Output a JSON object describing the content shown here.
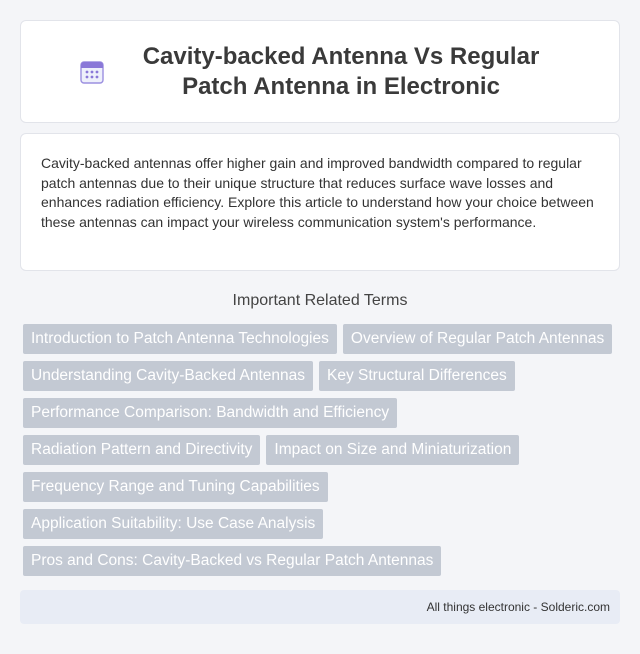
{
  "header": {
    "icon": "calendar-icon",
    "title": "Cavity-backed Antenna Vs Regular Patch Antenna in Electronic"
  },
  "summary": {
    "text": "Cavity-backed antennas offer higher gain and improved bandwidth compared to regular patch antennas due to their unique structure that reduces surface wave losses and enhances radiation efficiency. Explore this article to understand how your choice between these antennas can impact your wireless communication system's performance."
  },
  "related": {
    "heading": "Important Related Terms",
    "terms": [
      "Introduction to Patch Antenna Technologies",
      "Overview of Regular Patch Antennas",
      "Understanding Cavity-Backed Antennas",
      "Key Structural Differences",
      "Performance Comparison: Bandwidth and Efficiency",
      "Radiation Pattern and Directivity",
      "Impact on Size and Miniaturization",
      "Frequency Range and Tuning Capabilities",
      "Application Suitability: Use Case Analysis",
      "Pros and Cons: Cavity-Backed vs Regular Patch Antennas"
    ]
  },
  "footer": {
    "text": "All things electronic - Solderic.com"
  },
  "colors": {
    "tag_bg": "#c3c9d3",
    "footer_bg": "#e8ecf5",
    "icon_accent": "#8a78d8"
  }
}
